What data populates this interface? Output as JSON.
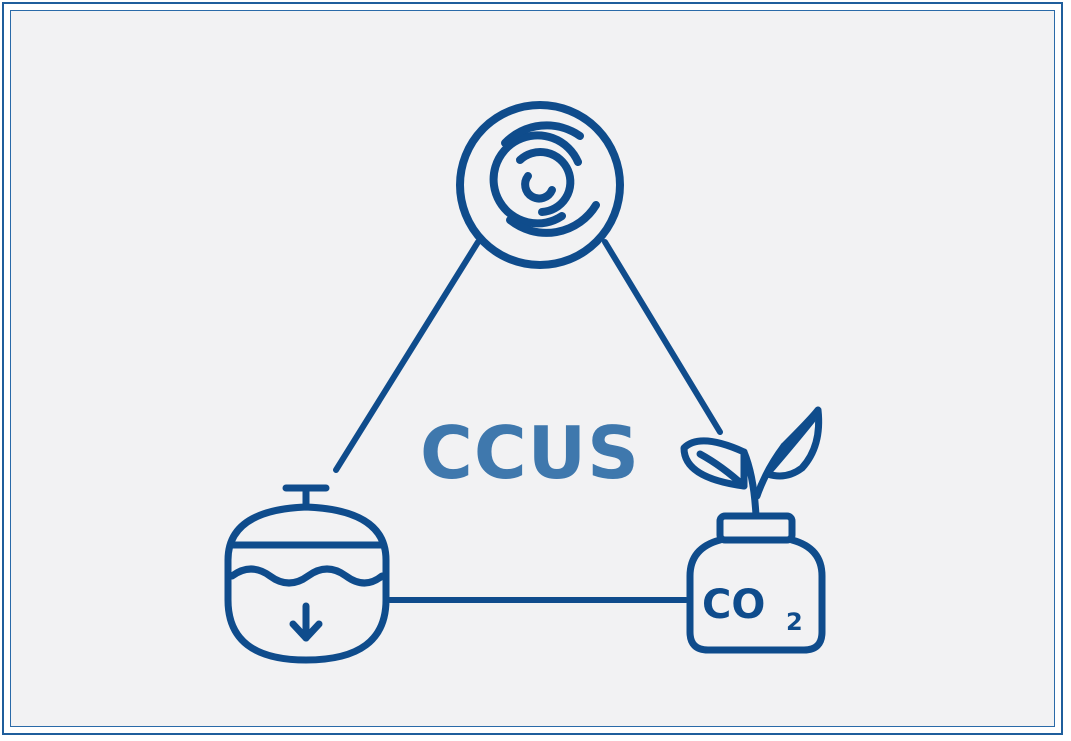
{
  "title": "CCUS",
  "co2_label": {
    "main": "CO",
    "subscript": "2"
  },
  "colors": {
    "stroke": "#0f4c8c",
    "text": "#3f78ad",
    "background": "#f2f2f3",
    "frame": "#1f5e9c"
  },
  "icons": {
    "top": "capture-swirl-icon",
    "left": "storage-tank-icon",
    "right": "co2-jar-plant-icon"
  }
}
